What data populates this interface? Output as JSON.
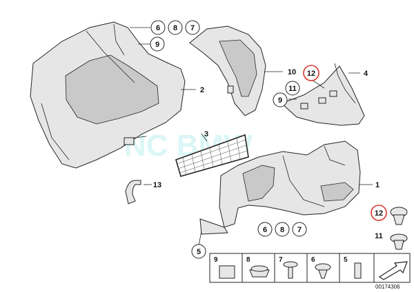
{
  "watermark": "NC BMW",
  "doc_number": "00174306",
  "accent_red": "#d9342b",
  "callouts": {
    "c6a": "6",
    "c8a": "8",
    "c7a": "7",
    "c9a": "9",
    "c2": "2",
    "c10": "10",
    "c12a": "12",
    "c4": "4",
    "c11a": "11",
    "c9b": "9",
    "c3": "3",
    "c13": "13",
    "c1": "1",
    "c12b": "12",
    "c6b": "6",
    "c8b": "8",
    "c7b": "7",
    "c11b": "11",
    "c5": "5"
  },
  "legend": [
    "9",
    "8",
    "7",
    "6",
    "5"
  ]
}
